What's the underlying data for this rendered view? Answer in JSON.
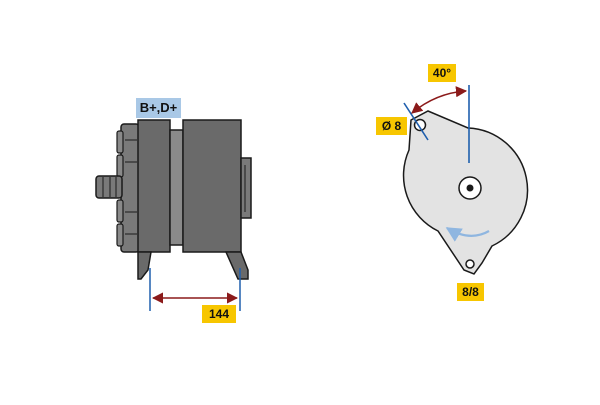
{
  "labels": {
    "terminals": "B+,D+",
    "length": "144",
    "angle": "40°",
    "hole_diameter": "Ø 8",
    "mount": "8/8"
  },
  "colors": {
    "body_dark": "#6a6a6a",
    "body_mid": "#8a8a8a",
    "outline": "#1a1a1a",
    "side_face": "#e3e3e3",
    "dimension_red": "#8b1a1a",
    "dimension_blue": "#1f5fae",
    "rotation_arrow": "#8fb6e0",
    "label_yellow": "#f7c600",
    "label_blue": "#a9c8e6"
  }
}
